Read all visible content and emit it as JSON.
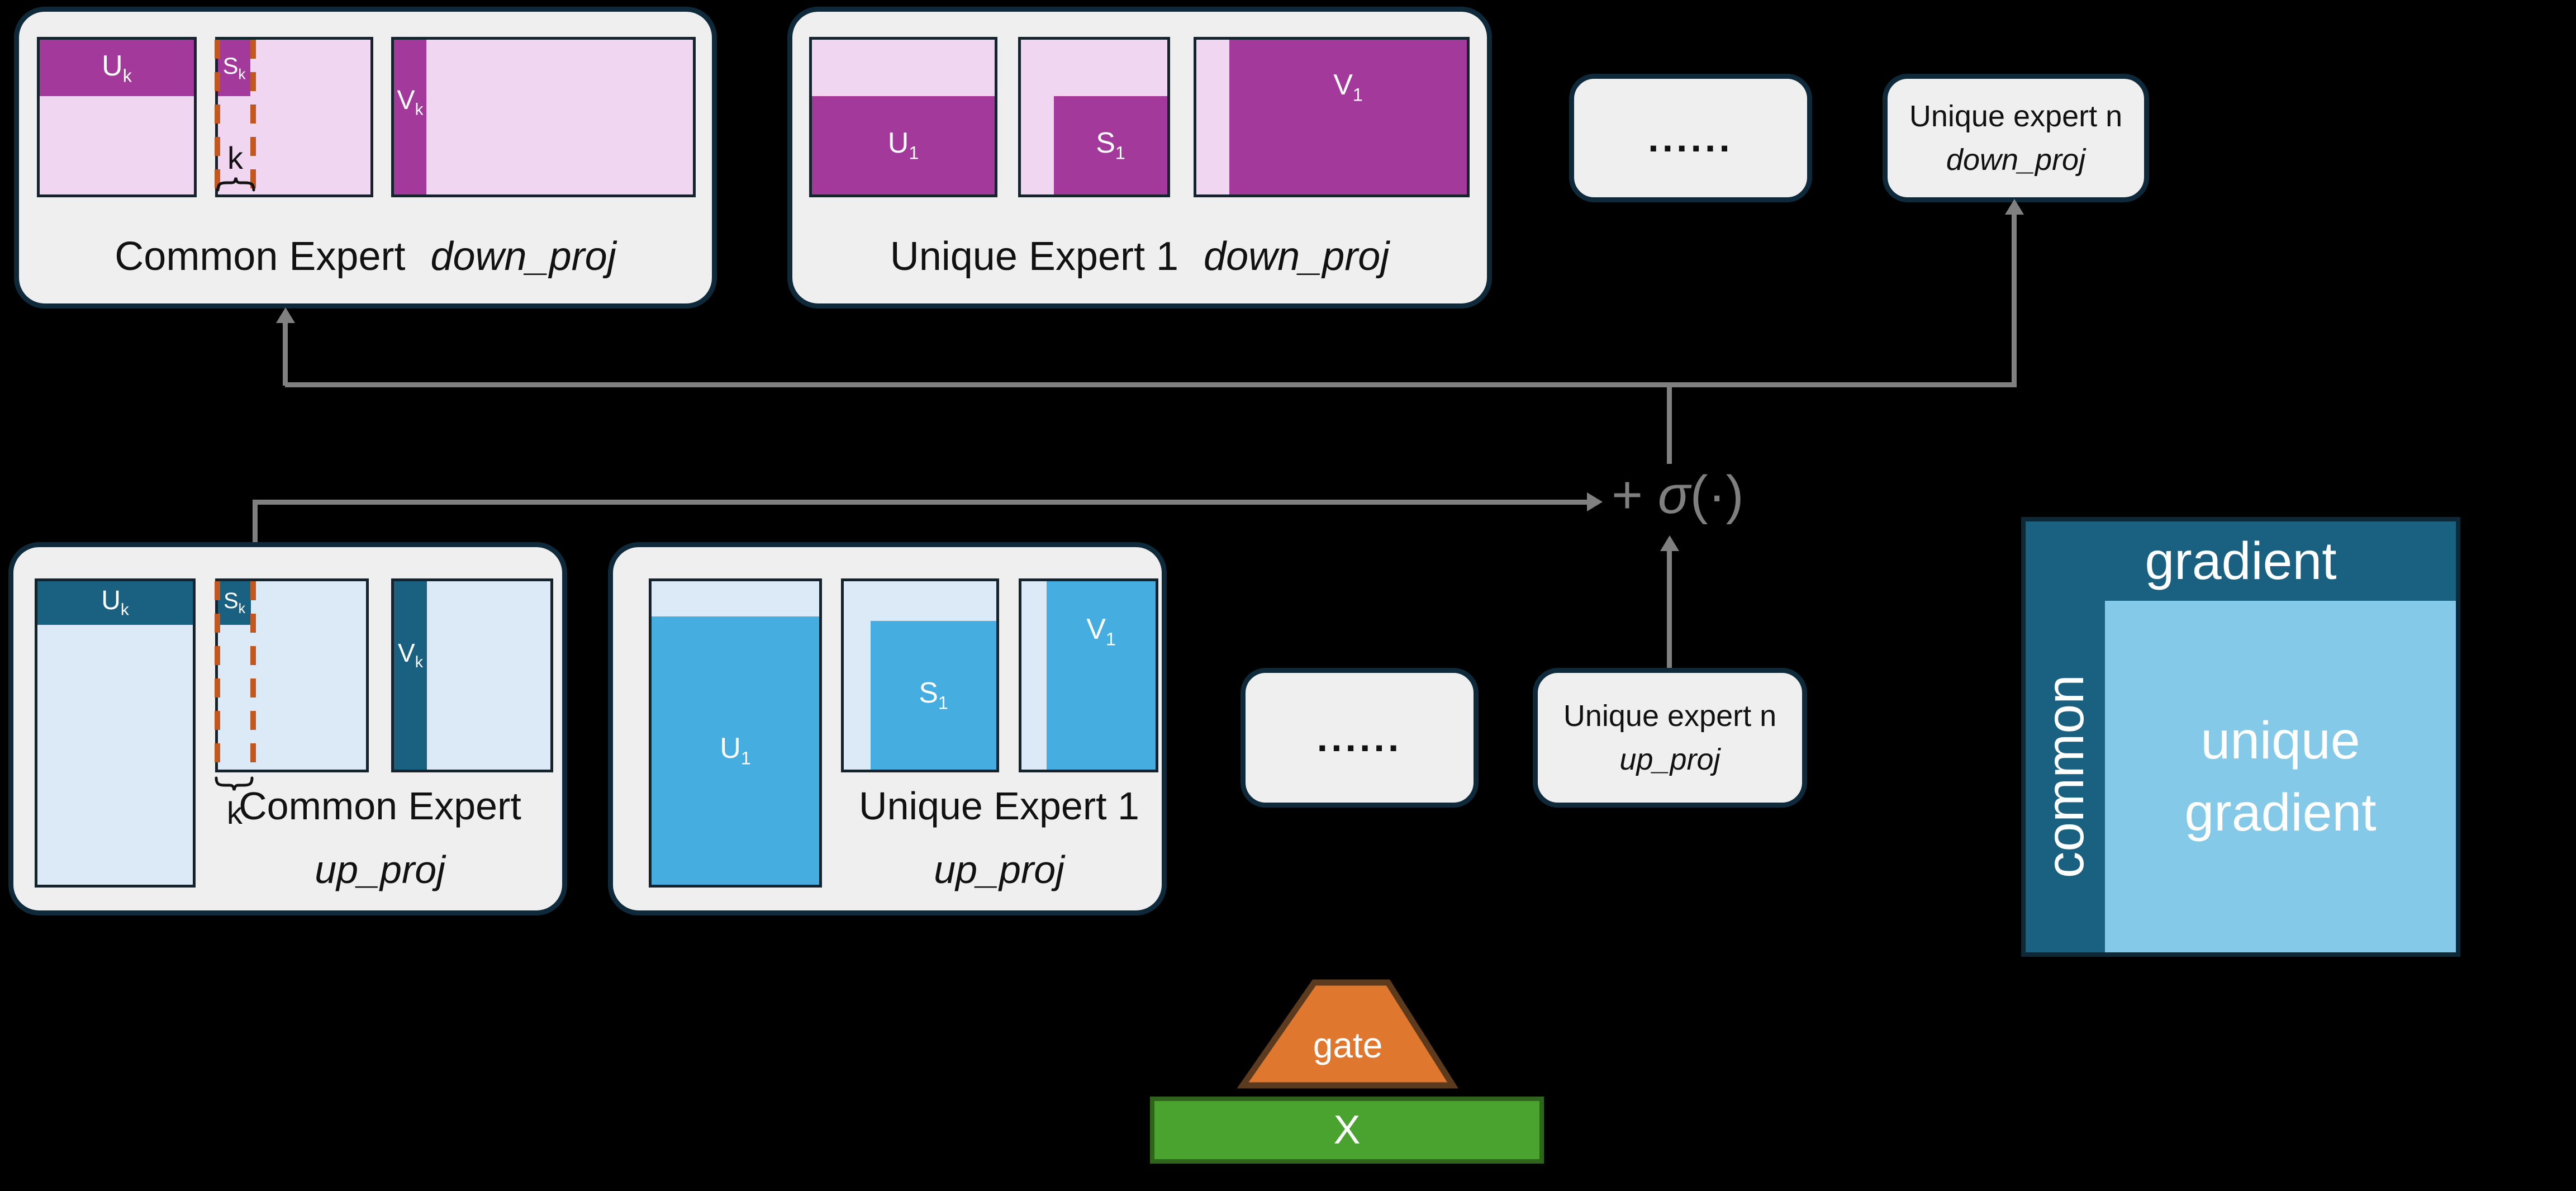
{
  "experts": {
    "common_down": {
      "title": "Common Expert",
      "proj": "down_proj",
      "u_main": "U",
      "u_sub": "k",
      "s_main": "S",
      "s_sub": "k",
      "v_main": "V",
      "v_sub": "k",
      "k_label": "k"
    },
    "unique1_down": {
      "title": "Unique Expert 1",
      "proj": "down_proj",
      "u_main": "U",
      "u_sub": "1",
      "s_main": "S",
      "s_sub": "1",
      "v_main": "V",
      "v_sub": "1"
    },
    "dots_down": {
      "label": "......"
    },
    "unique_n_down": {
      "title": "Unique expert n",
      "proj": "down_proj"
    },
    "common_up": {
      "title": "Common Expert",
      "proj": "up_proj",
      "u_main": "U",
      "u_sub": "k",
      "s_main": "S",
      "s_sub": "k",
      "v_main": "V",
      "v_sub": "k",
      "k_label": "k"
    },
    "unique1_up": {
      "title": "Unique Expert 1",
      "proj": "up_proj",
      "u_main": "U",
      "u_sub": "1",
      "s_main": "S",
      "s_sub": "1",
      "v_main": "V",
      "v_sub": "1"
    },
    "dots_up": {
      "label": "......"
    },
    "unique_n_up": {
      "title": "Unique expert n",
      "proj": "up_proj"
    }
  },
  "operator": {
    "plus": "+",
    "sigma": "σ",
    "arg": "(·)"
  },
  "gradient_panel": {
    "top_label": "gradient",
    "left_label": "common",
    "center_line1": "unique",
    "center_line2": "gradient"
  },
  "gate": {
    "label": "gate"
  },
  "input": {
    "label": "X"
  },
  "colors": {
    "magenta": "#a2399b",
    "pink": "#f0d6f0",
    "teal": "#1a6080",
    "light_blue": "#dce9f6",
    "bright_blue": "#45ade0",
    "sky_blue": "#85c9e9",
    "orange_dash": "#c2571f",
    "arrow_gray": "#808080",
    "gate_orange": "#e0772f",
    "gate_border": "#5b3a1e",
    "x_green": "#4aa32f",
    "x_border": "#2d661a",
    "box_fill": "#efefef",
    "box_border": "#0e2a3a",
    "background": "#000000"
  }
}
